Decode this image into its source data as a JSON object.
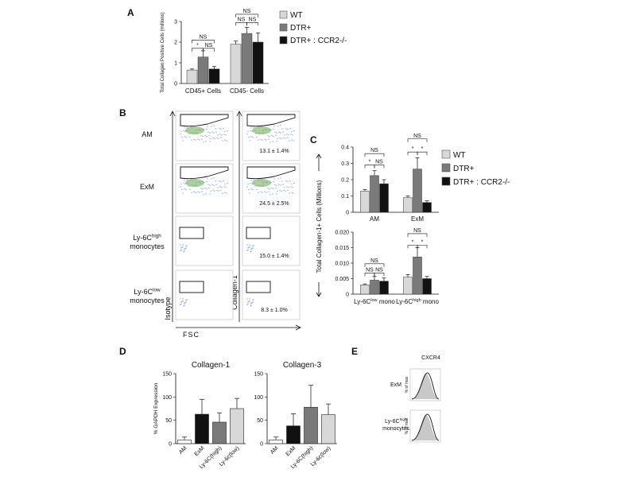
{
  "panel_letters": {
    "a": "A",
    "b": "B",
    "c": "C",
    "d": "D",
    "e": "E"
  },
  "colors": {
    "wt": "#d8d8d8",
    "dtr": "#7a7a7a",
    "ccr2": "#111111",
    "ko_white": "#ffffff",
    "flow_box": "#111111",
    "flow_dots": "#5c7fc4",
    "flow_core": "#6aa84f"
  },
  "legend_A": [
    "WT",
    "DTR+",
    "DTR+ : CCR2-/-"
  ],
  "legend_C": [
    "WT",
    "DTR+",
    "DTR+ : CCR2-/-"
  ],
  "panel_B": {
    "rows": [
      {
        "label": "AM",
        "sup": "",
        "suffix": "",
        "pct": "13.1 ± 1.4%"
      },
      {
        "label": "ExM",
        "sup": "",
        "suffix": "",
        "pct": "24.5 ± 2.5%"
      },
      {
        "label": "Ly-6C",
        "sup": "high",
        "suffix": "monocytes",
        "pct": "15.0 ± 1.4%"
      },
      {
        "label": "Ly-6C",
        "sup": "low",
        "suffix": "monocytes",
        "pct": "8.3 ± 1.0%"
      }
    ],
    "isotype_label": "Isotype",
    "collagen_label": "Collagen-1",
    "x_label": "FSC"
  },
  "panel_E": {
    "title": "CXCR4",
    "rows": [
      {
        "label": "ExM",
        "sup": "",
        "suffix": ""
      },
      {
        "label": "Ly-6C",
        "sup": "high",
        "suffix": "monocytes"
      }
    ],
    "ylabel": "% of max"
  },
  "chart_data": [
    {
      "id": "A",
      "type": "bar",
      "ylabel": "Total Collagen Positive Cells (millions)",
      "ylim": [
        0,
        3
      ],
      "yticks": [
        0,
        1,
        2,
        3
      ],
      "categories": [
        "CD45+ Cells",
        "CD45- Cells"
      ],
      "series": [
        {
          "name": "WT",
          "values": [
            0.65,
            1.9
          ],
          "errors": [
            0.05,
            0.15
          ]
        },
        {
          "name": "DTR+",
          "values": [
            1.28,
            2.42
          ],
          "errors": [
            0.3,
            0.3
          ]
        },
        {
          "name": "DTR+ : CCR2-/-",
          "values": [
            0.7,
            2.0
          ],
          "errors": [
            0.12,
            0.45
          ]
        }
      ],
      "brackets": [
        {
          "cat": 0,
          "from": 0,
          "to": 1,
          "label": "*",
          "level": 1.7
        },
        {
          "cat": 0,
          "from": 1,
          "to": 2,
          "label": "NS",
          "level": 1.7
        },
        {
          "cat": 0,
          "from": 0,
          "to": 2,
          "label": "NS",
          "level": 2.1
        },
        {
          "cat": 1,
          "from": 0,
          "to": 1,
          "label": "NS",
          "level": 2.95
        },
        {
          "cat": 1,
          "from": 1,
          "to": 2,
          "label": "NS",
          "level": 2.95
        },
        {
          "cat": 1,
          "from": 0,
          "to": 2,
          "label": "NS",
          "level": 3.35
        }
      ]
    },
    {
      "id": "C_top",
      "type": "bar",
      "ylabel": "Total Collagen-1+ Cells (Millions)",
      "ylim": [
        0,
        0.4
      ],
      "yticks": [
        0,
        0.1,
        0.2,
        0.3,
        0.4
      ],
      "ytick_labels": [
        "0",
        "0.1",
        "0.2",
        "0.3",
        "0.4"
      ],
      "categories": [
        "AM",
        "ExM"
      ],
      "series": [
        {
          "name": "WT",
          "values": [
            0.13,
            0.09
          ],
          "errors": [
            0.01,
            0.01
          ]
        },
        {
          "name": "DTR+",
          "values": [
            0.225,
            0.265
          ],
          "errors": [
            0.03,
            0.07
          ]
        },
        {
          "name": "DTR+ : CCR2-/-",
          "values": [
            0.175,
            0.06
          ],
          "errors": [
            0.025,
            0.01
          ]
        }
      ],
      "brackets": [
        {
          "cat": 0,
          "from": 0,
          "to": 1,
          "label": "*",
          "level": 0.29
        },
        {
          "cat": 0,
          "from": 1,
          "to": 2,
          "label": "NS",
          "level": 0.29
        },
        {
          "cat": 0,
          "from": 0,
          "to": 2,
          "label": "NS",
          "level": 0.36
        },
        {
          "cat": 1,
          "from": 0,
          "to": 1,
          "label": "*",
          "level": 0.37
        },
        {
          "cat": 1,
          "from": 1,
          "to": 2,
          "label": "*",
          "level": 0.37
        },
        {
          "cat": 1,
          "from": 0,
          "to": 2,
          "label": "NS",
          "level": 0.45
        }
      ]
    },
    {
      "id": "C_bottom",
      "type": "bar",
      "ylim": [
        0,
        0.02
      ],
      "yticks": [
        0,
        0.005,
        0.01,
        0.015,
        0.02
      ],
      "ytick_labels": [
        "0",
        "0.005",
        "0.010",
        "0.015",
        "0.020"
      ],
      "categories": [
        {
          "base": "Ly-6C",
          "sup": "low",
          "end": " mono"
        },
        {
          "base": "Ly-6C",
          "sup": "high",
          "end": " mono"
        }
      ],
      "series": [
        {
          "name": "WT",
          "values": [
            0.003,
            0.0055
          ],
          "errors": [
            0.0003,
            0.0008
          ]
        },
        {
          "name": "DTR+",
          "values": [
            0.0045,
            0.012
          ],
          "errors": [
            0.0012,
            0.003
          ]
        },
        {
          "name": "DTR+ : CCR2-/-",
          "values": [
            0.0042,
            0.005
          ],
          "errors": [
            0.001,
            0.0007
          ]
        }
      ],
      "brackets": [
        {
          "cat": 0,
          "from": 0,
          "to": 1,
          "label": "NS",
          "level": 0.0068
        },
        {
          "cat": 0,
          "from": 1,
          "to": 2,
          "label": "NS",
          "level": 0.0068
        },
        {
          "cat": 0,
          "from": 0,
          "to": 2,
          "label": "NS",
          "level": 0.0098
        },
        {
          "cat": 1,
          "from": 0,
          "to": 1,
          "label": "*",
          "level": 0.0158
        },
        {
          "cat": 1,
          "from": 1,
          "to": 2,
          "label": "*",
          "level": 0.0158
        },
        {
          "cat": 1,
          "from": 0,
          "to": 2,
          "label": "NS",
          "level": 0.0195
        }
      ]
    },
    {
      "id": "D1",
      "type": "bar",
      "title": "Collagen-1",
      "ylabel": "% GAPDH Expression",
      "ylim": [
        0,
        150
      ],
      "yticks": [
        0,
        50,
        100,
        150
      ],
      "categories": [
        "AM",
        "ExM",
        "Ly-6C(high)",
        "Ly-6c(low)"
      ],
      "values": [
        8,
        63,
        46,
        75
      ],
      "errors": [
        6,
        32,
        20,
        22
      ],
      "fills": [
        "#ffffff",
        "#111111",
        "#7a7a7a",
        "#d8d8d8"
      ]
    },
    {
      "id": "D2",
      "type": "bar",
      "title": "Collagen-3",
      "ylim": [
        0,
        150
      ],
      "yticks": [
        0,
        50,
        100,
        150
      ],
      "categories": [
        "AM",
        "ExM",
        "Ly-6C(high)",
        "Ly-6c(low)"
      ],
      "values": [
        8,
        38,
        78,
        62
      ],
      "errors": [
        6,
        26,
        47,
        23
      ],
      "fills": [
        "#ffffff",
        "#111111",
        "#7a7a7a",
        "#d8d8d8"
      ]
    }
  ]
}
